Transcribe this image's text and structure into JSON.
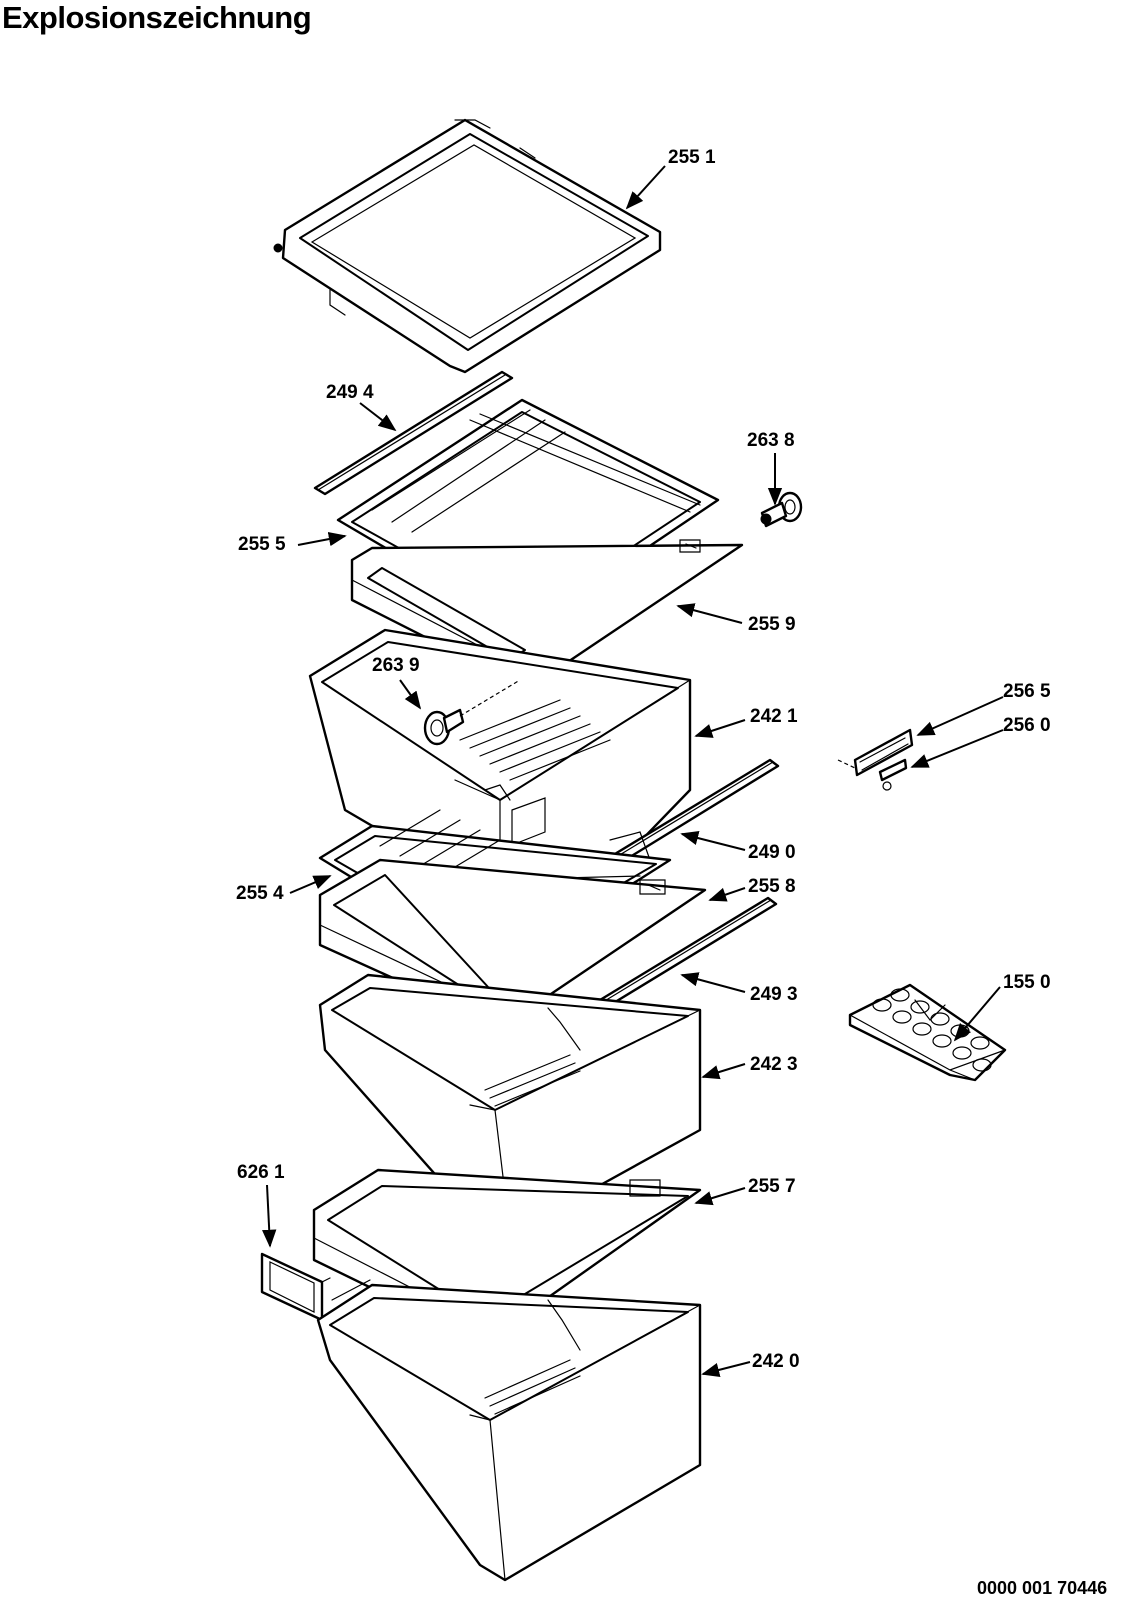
{
  "header": {
    "title": "Explosionszeichnung"
  },
  "footer": {
    "doc_number": "0000 001 70446"
  },
  "callouts": [
    "255 1",
    "249 4",
    "263 8",
    "255 5",
    "255 9",
    "263 9",
    "242 1",
    "256 5",
    "256 0",
    "249 0",
    "255 4",
    "255 8",
    "249 3",
    "155 0",
    "242 3",
    "626 1",
    "255 7",
    "242 0"
  ]
}
